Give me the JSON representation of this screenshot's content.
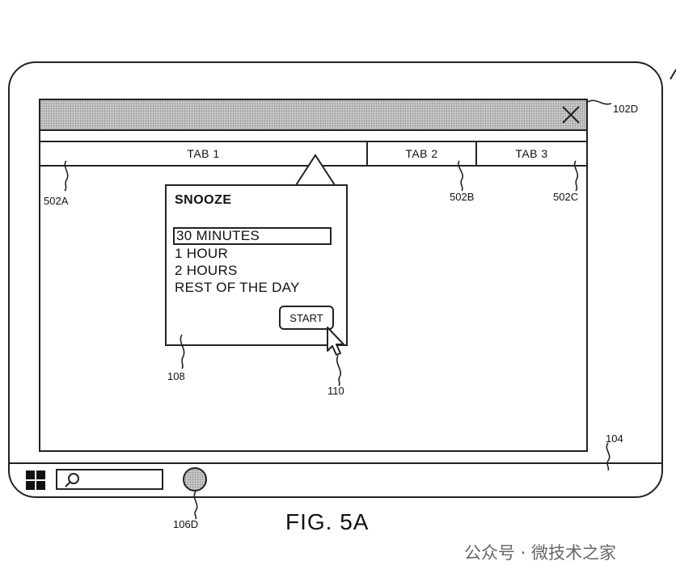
{
  "window": {
    "tabs": [
      "TAB 1",
      "TAB 2",
      "TAB 3"
    ]
  },
  "popup": {
    "title": "SNOOZE",
    "options": [
      "30 MINUTES",
      "1 HOUR",
      "2 HOURS",
      "REST OF THE DAY"
    ],
    "selected_option": "30 MINUTES",
    "start_label": "START"
  },
  "references": {
    "close": "102D",
    "tab1": "502A",
    "tab2": "502B",
    "tab3": "502C",
    "popup": "108",
    "cursor": "110",
    "taskbar": "104",
    "app": "106D"
  },
  "figure_caption": "FIG. 5A",
  "watermark": "公众号 · 微技术之家",
  "icons": [
    "close-x-icon",
    "windows-logo-icon",
    "search-magnifier-icon",
    "pointer-cursor-icon"
  ]
}
